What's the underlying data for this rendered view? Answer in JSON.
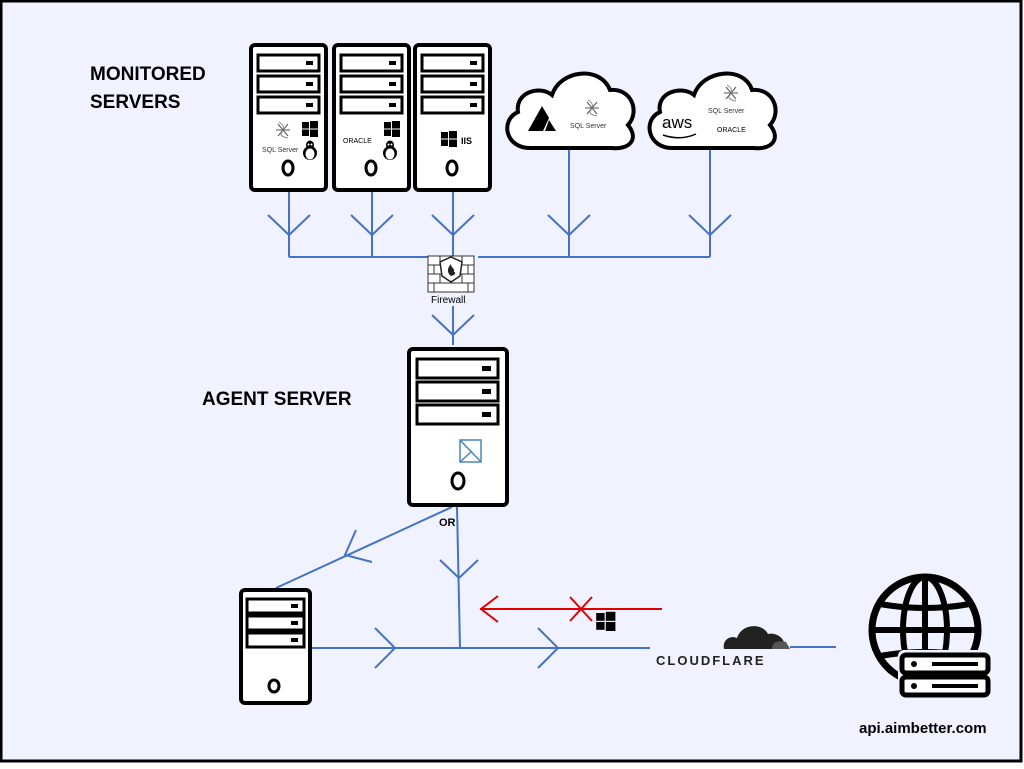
{
  "labels": {
    "monitored_line1": "MONITORED",
    "monitored_line2": "SERVERS",
    "agent_server": "AGENT SERVER",
    "firewall": "Firewall",
    "or": "OR",
    "cloudflare": "CLOUDFLARE",
    "api": "api.aimbetter.com"
  },
  "server_logos": {
    "sql_server": "SQL Server",
    "oracle": "ORACLE",
    "iis": "IIS",
    "aws": "aws"
  },
  "icons": [
    "windows-icon",
    "linux-icon",
    "sql-server-icon",
    "oracle-logo",
    "iis-label",
    "azure-icon",
    "aws-icon",
    "firewall-icon",
    "globe-icon",
    "cloudflare-icon",
    "blocked-arrow-icon"
  ],
  "colors": {
    "background": "#f0f2ff",
    "frame": "#000000",
    "connector": "#4472c4",
    "blocked": "#e00000",
    "cloudflare_orange": "#222222"
  }
}
